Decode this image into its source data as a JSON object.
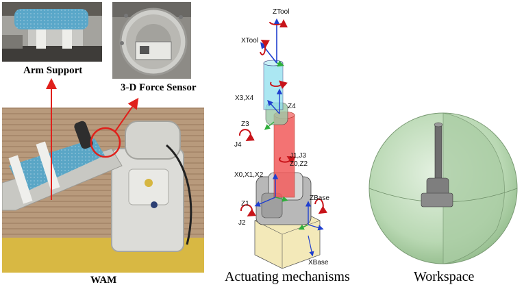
{
  "captions": {
    "arm_support": "Arm Support",
    "force_sensor": "3-D Force Sensor",
    "wam": "WAM",
    "actuating": "Actuating mechanisms",
    "workspace": "Workspace"
  },
  "frame_labels": {
    "ztool": "ZTool",
    "xtool": "XTool",
    "x3x4": "X3,X4",
    "z4": "Z4",
    "z3": "Z3",
    "j4": "J4",
    "j1j3": "J1,J3",
    "z0z2": "Z0,Z2",
    "x0x1x2": "X0,X1,X2",
    "z1": "Z1",
    "j2": "J2",
    "zbase": "ZBase",
    "xbase": "XBase"
  },
  "colors": {
    "pointer_red": "#e0201b",
    "axis_blue": "#1f3fcf",
    "axis_green": "#2fae3b",
    "rotation_red": "#c8141a",
    "link_red": "#f25b5b",
    "link_cyan": "#8fe0ee",
    "workspace_green": "#9cc89a"
  }
}
